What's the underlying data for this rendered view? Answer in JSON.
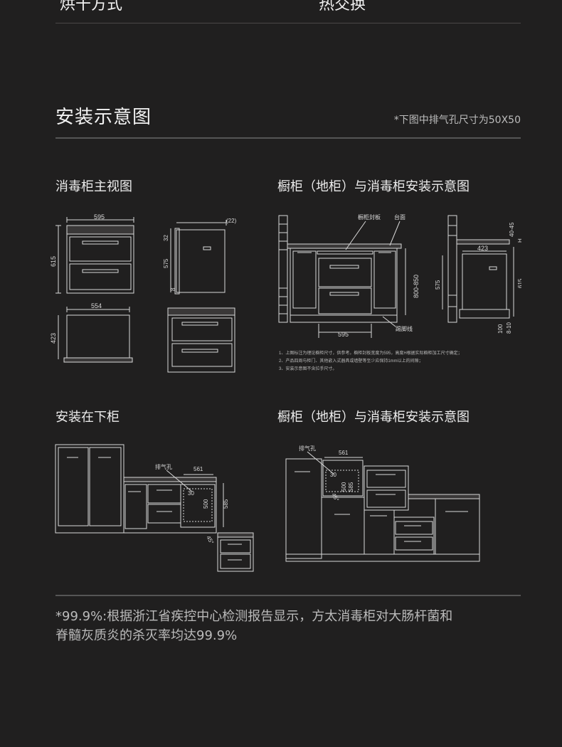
{
  "top_row": {
    "left": "烘干方式",
    "right": "热交换"
  },
  "section": {
    "title": "安装示意图",
    "note": "*下图中排气孔尺寸为50X50"
  },
  "panels": {
    "front_view": {
      "title": "消毒柜主视图"
    },
    "cabinet_install": {
      "title": "橱柜（地柜）与消毒柜安装示意图"
    },
    "below_install": {
      "title": "安装在下柜"
    },
    "cabinet_install_2": {
      "title": "橱柜（地柜）与消毒柜安装示意图"
    }
  },
  "dims": {
    "d595": "595",
    "d615": "615",
    "d22": "(22)",
    "d32": "32",
    "d575": "575",
    "d8": "8",
    "d554": "554",
    "d423": "423",
    "cab_board": "橱柜封板",
    "counter": "台面",
    "d800_850": "800-850",
    "skirting": "踢脚线",
    "d40_45": "40-45",
    "dH": "H",
    "d100": "100",
    "d8_10": "8-10",
    "vent": "排气孔",
    "d561": "561",
    "d30": "30",
    "d500": "500",
    "d585": "585",
    "d45": "45°"
  },
  "notes": [
    "1、上图标注为理论橱柜尺寸，供参考。橱柜封板宽度为595，高度H根据实际橱柜加工尺寸确定；",
    "2、产品四周与柜门、其他嵌入式器具或墙壁等至少应保持1mm以上的间隙；",
    "3、安装示意图不含拉手尺寸。"
  ],
  "footnote": {
    "line1": "*99.9%:根据浙江省疾控中心检测报告显示，方太消毒柜对大肠杆菌和",
    "line2": "脊髓灰质炎的杀灭率均达99.9%"
  }
}
